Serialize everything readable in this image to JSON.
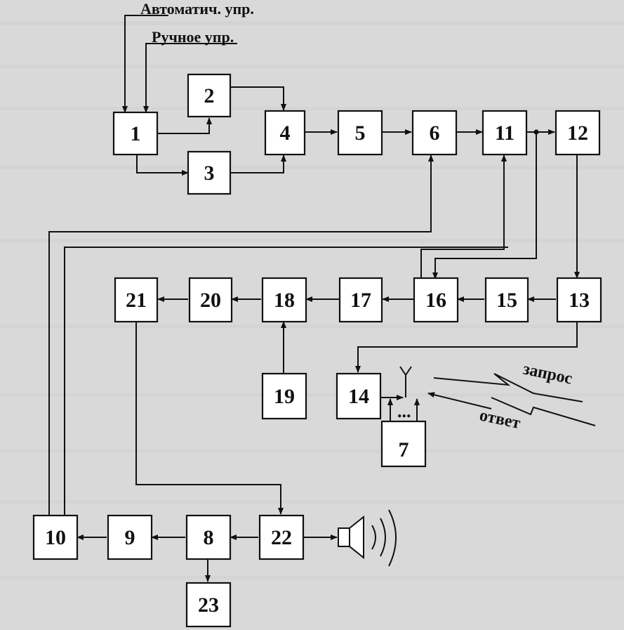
{
  "colors": {
    "background": "#d9d9d9",
    "ink": "#111111",
    "box_fill": "#ffffff"
  },
  "inputs": {
    "auto_label": "Автоматич. упр.",
    "manual_label": "Ручное упр."
  },
  "radio": {
    "request_label": "запрос",
    "response_label": "ответ"
  },
  "keypad": {
    "dots": "..."
  },
  "blocks": {
    "b1": "1",
    "b2": "2",
    "b3": "3",
    "b4": "4",
    "b5": "5",
    "b6": "6",
    "b7": "7",
    "b8": "8",
    "b9": "9",
    "b10": "10",
    "b11": "11",
    "b12": "12",
    "b13": "13",
    "b14": "14",
    "b15": "15",
    "b16": "16",
    "b17": "17",
    "b18": "18",
    "b19": "19",
    "b20": "20",
    "b21": "21",
    "b22": "22",
    "b23": "23"
  },
  "icons": {
    "antenna": "antenna-icon",
    "speaker": "speaker-icon"
  }
}
